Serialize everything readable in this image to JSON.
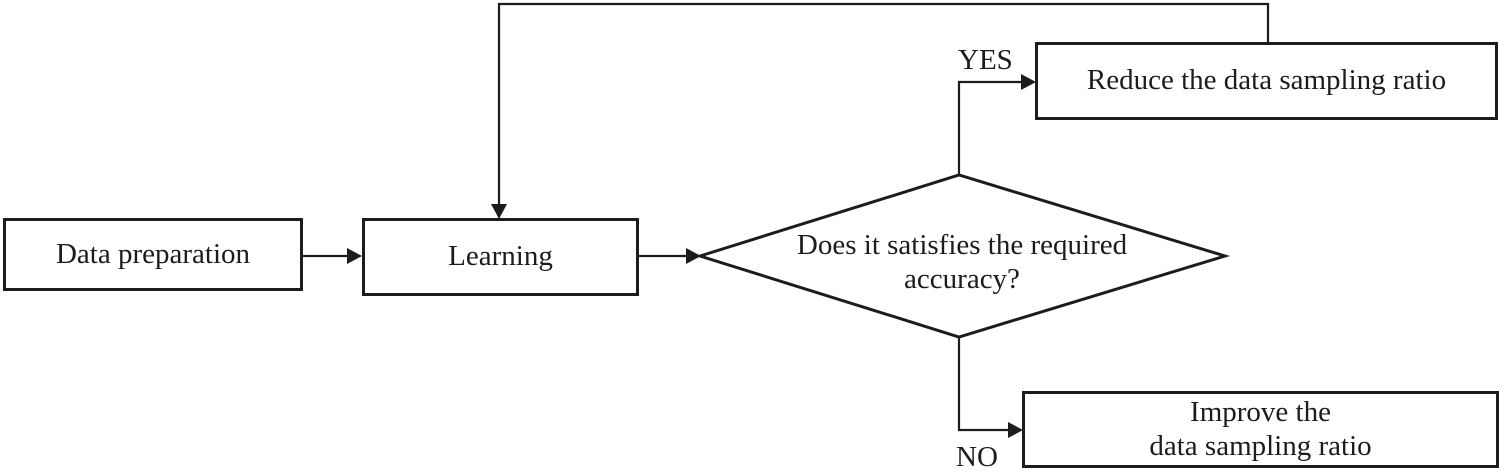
{
  "flowchart": {
    "colors": {
      "background": "#ffffff",
      "line": "#1c1c1c",
      "text": "#1c1c1c"
    },
    "nodes": {
      "data_preparation": {
        "type": "process",
        "label": "Data preparation"
      },
      "learning": {
        "type": "process",
        "label": "Learning"
      },
      "decision": {
        "type": "decision",
        "label_line1": "Does it satisfies the required",
        "label_line2": "accuracy?"
      },
      "reduce_ratio": {
        "type": "process",
        "label": "Reduce the data sampling ratio"
      },
      "improve_ratio": {
        "type": "process",
        "label_line1": "Improve the",
        "label_line2": "data sampling ratio"
      }
    },
    "branch_labels": {
      "yes": "YES",
      "no": "NO"
    },
    "edges": [
      {
        "from": "data_preparation",
        "to": "learning",
        "label": ""
      },
      {
        "from": "learning",
        "to": "decision",
        "label": ""
      },
      {
        "from": "decision",
        "to": "reduce_ratio",
        "label": "YES"
      },
      {
        "from": "decision",
        "to": "improve_ratio",
        "label": "NO"
      },
      {
        "from": "reduce_ratio",
        "to": "learning",
        "label": ""
      }
    ]
  }
}
